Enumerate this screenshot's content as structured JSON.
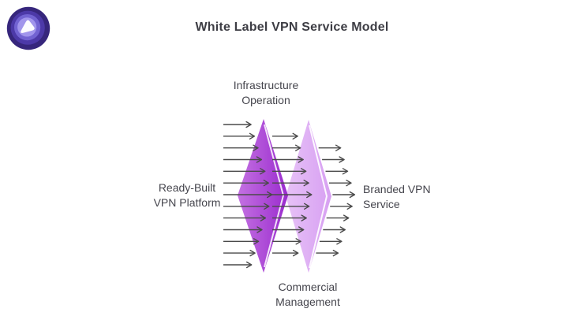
{
  "header": {
    "title": "White Label VPN Service Model"
  },
  "logo": {
    "alt": "VPN brand logo",
    "ring_colors": [
      "#36267c",
      "#4c39a8",
      "#7263d2",
      "#a195ec"
    ],
    "center_color": "#fcfbff"
  },
  "diagram": {
    "labels": {
      "top": "Infrastructure\nOperation",
      "left": "Ready-Built\nVPN Platform",
      "right": "Branded VPN\nService",
      "bottom": "Commercial\nManagement"
    },
    "colors": {
      "left_shape_light": "#c472e2",
      "left_shape_dark": "#9a2bce",
      "right_shape_light": "#e7c2f7",
      "right_shape_dark": "#d79ff2",
      "edge_stripe": "#ffffff",
      "arrow": "#4a4a4a",
      "text": "#45454d"
    }
  }
}
